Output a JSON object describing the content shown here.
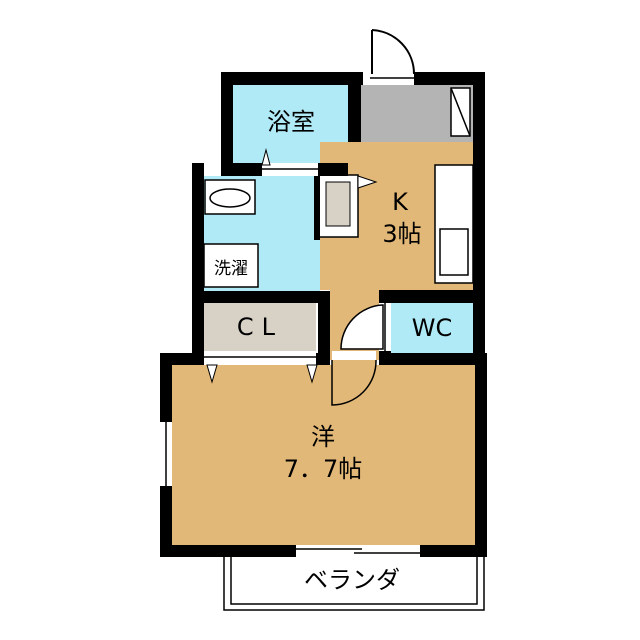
{
  "floorplan": {
    "rooms": {
      "bath": "浴室",
      "kitchen_name": "K",
      "kitchen_size": "3帖",
      "washer": "洗濯",
      "closet": "CL",
      "toilet": "WC",
      "western_name": "洋",
      "western_size": "7．7帖",
      "balcony": "ベランダ"
    },
    "colors": {
      "wall": "#000000",
      "floor_wood": "#e2b878",
      "floor_wet": "#b0eaf6",
      "closet_floor": "#d8d1c6",
      "entrance": "#b4b4b4",
      "fixture": "#ffffff"
    }
  }
}
